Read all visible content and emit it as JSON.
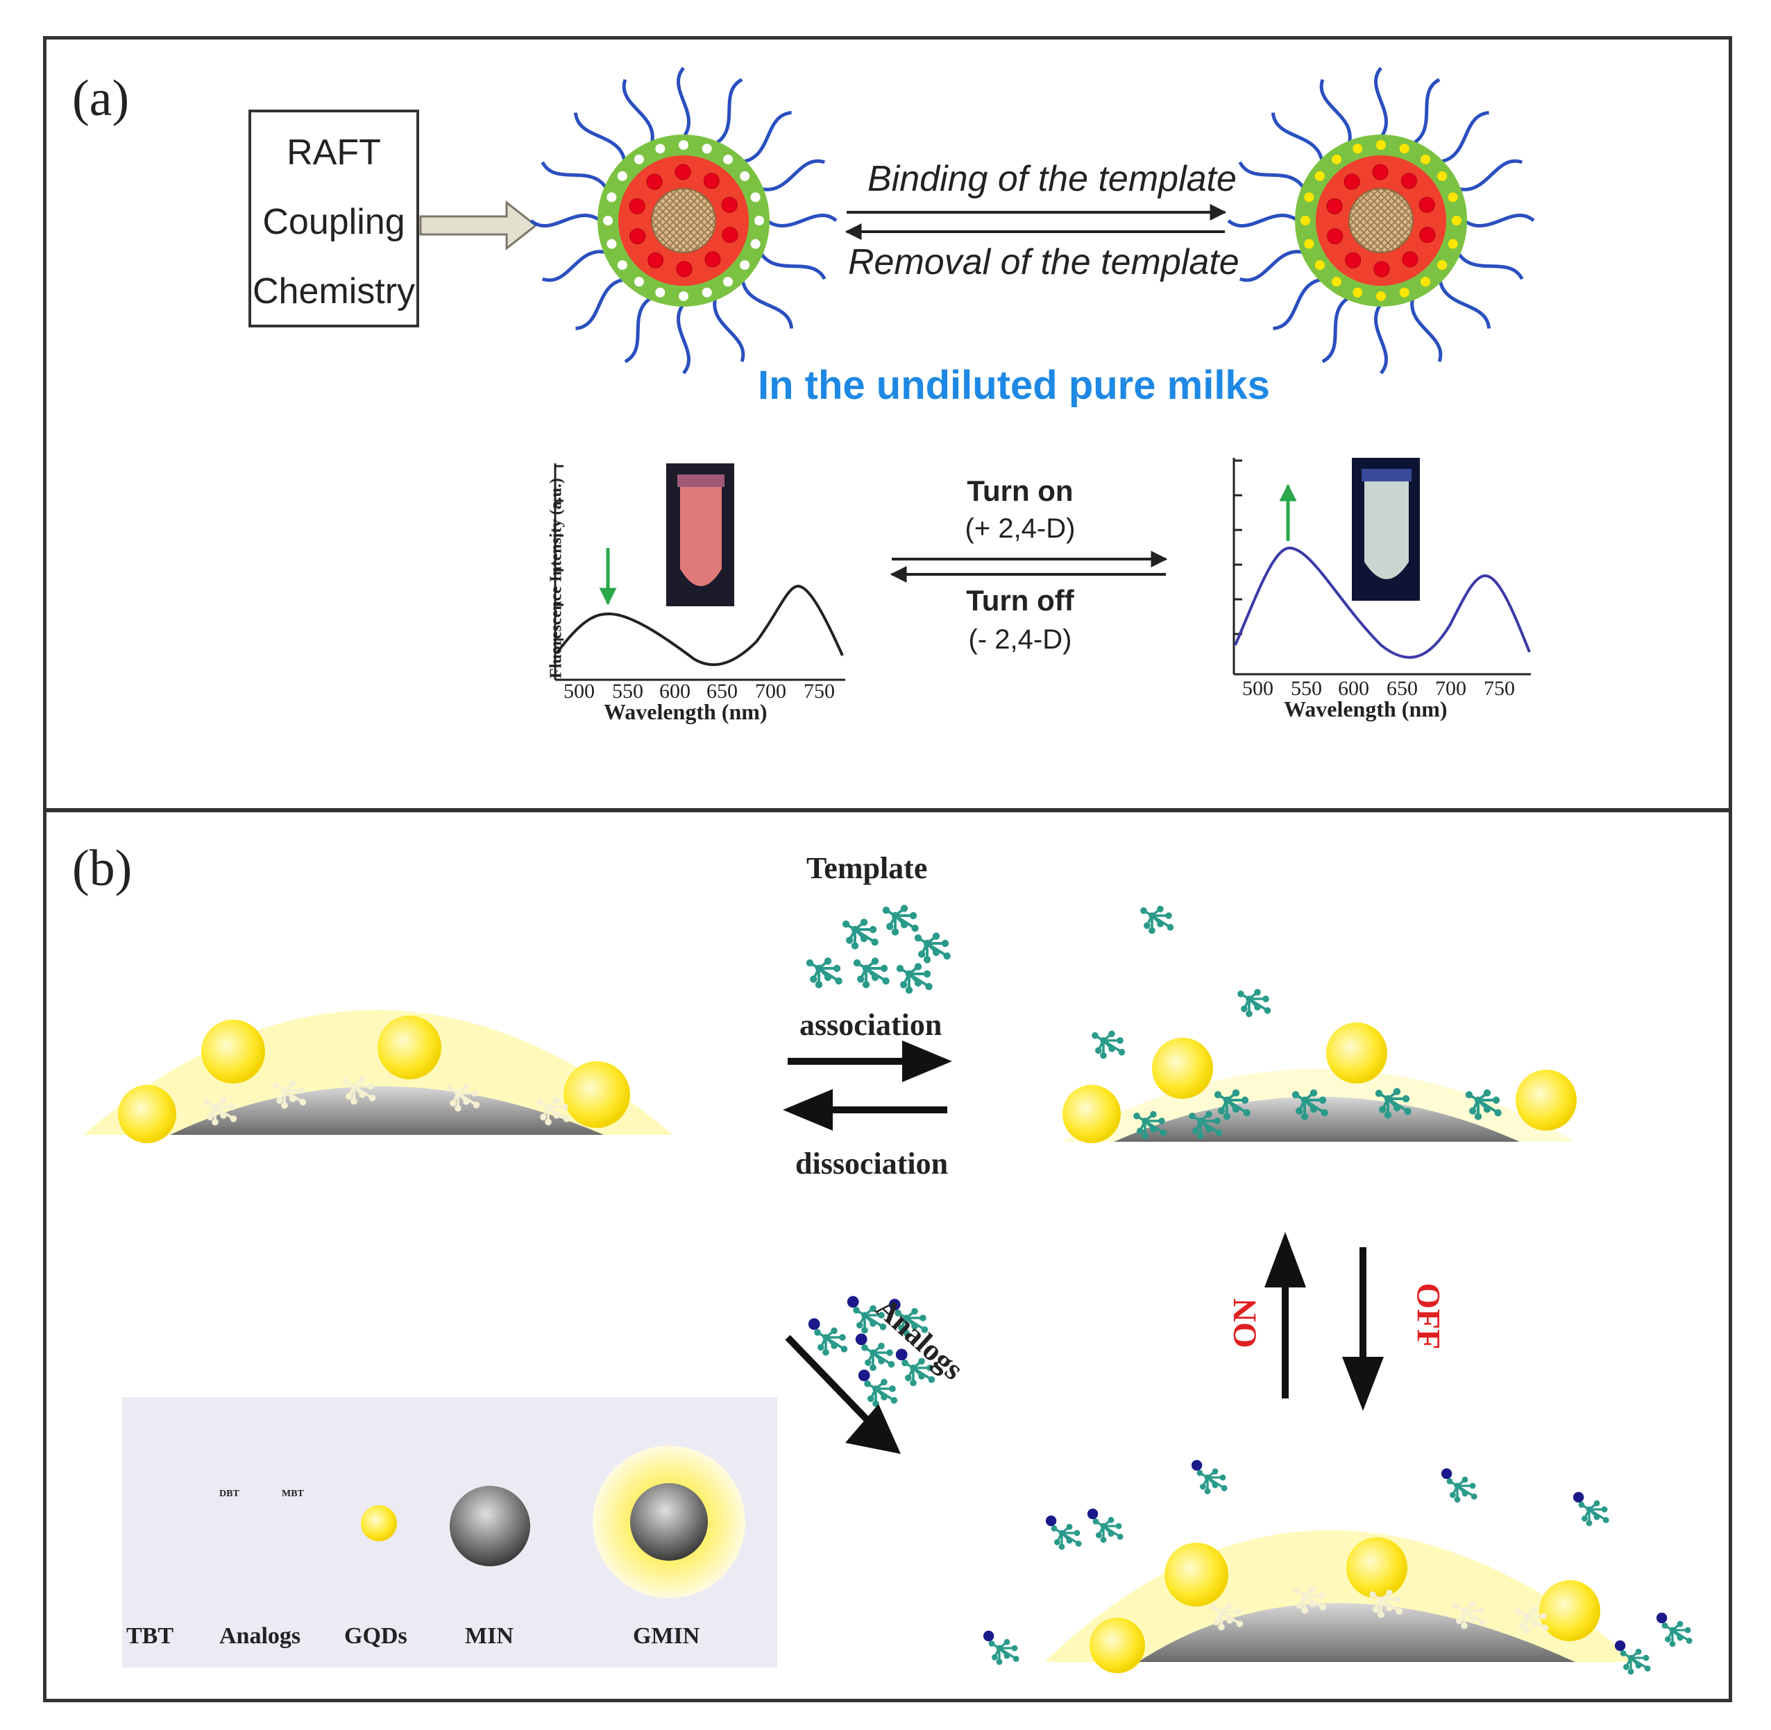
{
  "panel_a": {
    "label": "(a)",
    "box_lines": [
      "RAFT",
      "Coupling",
      "Chemistry"
    ],
    "binding": "Binding of the template",
    "removal": "Removal of the template",
    "subtitle": "In the undiluted pure milks",
    "turn_on": "Turn on",
    "turn_on_sub": "(+ 2,4-D)",
    "turn_off": "Turn off",
    "turn_off_sub": "(- 2,4-D)",
    "plot_ylabel": "Fluorescence Intensity (a.u.)",
    "plot_xlabel": "Wavelength (nm)",
    "plot_ticks": [
      "500",
      "550",
      "600",
      "650",
      "700",
      "750"
    ]
  },
  "panel_b": {
    "label": "(b)",
    "template": "Template",
    "association": "association",
    "dissociation": "dissociation",
    "analogs_arrow": "Analogs",
    "on": "ON",
    "off": "OFF",
    "legend": {
      "tbt": "TBT",
      "analogs": "Analogs",
      "dbt": "DBT",
      "mbt": "MBT",
      "gqds": "GQDs",
      "min": "MIN",
      "gmin": "GMIN"
    }
  },
  "colors": {
    "frame": "#333333",
    "polymer_chain": "#2a4fc0",
    "shell_green": "#7cc242",
    "core_red": "#f0402e",
    "subtitle_blue": "#1e88e5",
    "green_arrow": "#2aa84a",
    "on_off_red": "#e02020",
    "glow_yellow": "#fff7a0"
  }
}
